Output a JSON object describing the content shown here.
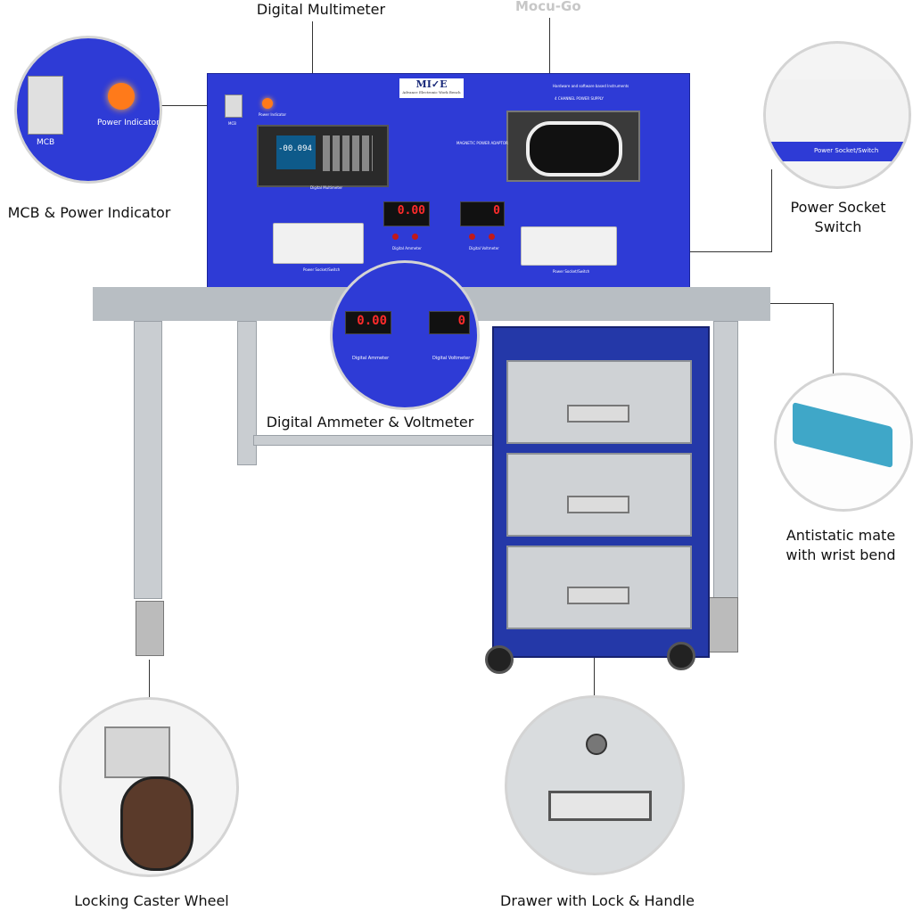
{
  "labels": {
    "digital_multimeter": "Digital Multimeter",
    "mocu_go": "Mocu-Go",
    "mcb_power_indicator": "MCB & Power Indicator",
    "power_socket_switch_line1": "Power Socket",
    "power_socket_switch_line2": "Switch",
    "digital_ammeter_voltmeter": "Digital Ammeter & Voltmeter",
    "antistatic_line1": "Antistatic mate",
    "antistatic_line2": "with wrist bend",
    "locking_caster_wheel": "Locking Caster Wheel",
    "drawer_lock_handle": "Drawer with Lock & Handle"
  },
  "panel": {
    "logo": "MI✓E",
    "logo_sub": "Advance Electronic Work Bench",
    "mcb": "MCB",
    "power_indicator": "Power Indicator",
    "digital_multimeter": "Digital Multimeter",
    "multimeter_reading": "-00.094",
    "digital_ammeter": "Digital Ammeter",
    "digital_voltmeter": "Digital Voltmeter",
    "ammeter_reading": "0.00",
    "voltmeter_reading": "0",
    "power_socket_switch_left": "Power Socket/Switch",
    "power_socket_switch_right": "Power Socket/Switch",
    "magnetic_power_adaptor": "MAGNETIC POWER ADAPTOR",
    "channel_power_supply": "4 CHANNEL POWER SUPPLY",
    "hardware_software": "Hardware and software based Instruments"
  },
  "callouts": {
    "mcb_circle_mcb": "MCB",
    "mcb_circle_indicator": "Power Indicator",
    "socket_circle_label": "Power Socket/Switch",
    "meter_circle_ammeter": "Digital Ammeter",
    "meter_circle_voltmeter": "Digital Voltmeter",
    "meter_circle_ammeter_reading": "0.00",
    "meter_circle_voltmeter_reading": "0"
  },
  "colors": {
    "panel_blue": "#2e3bd6",
    "cabinet_blue": "#2438a8",
    "meter_red": "#ff2b2b",
    "mat_teal": "#3fa7c8"
  }
}
